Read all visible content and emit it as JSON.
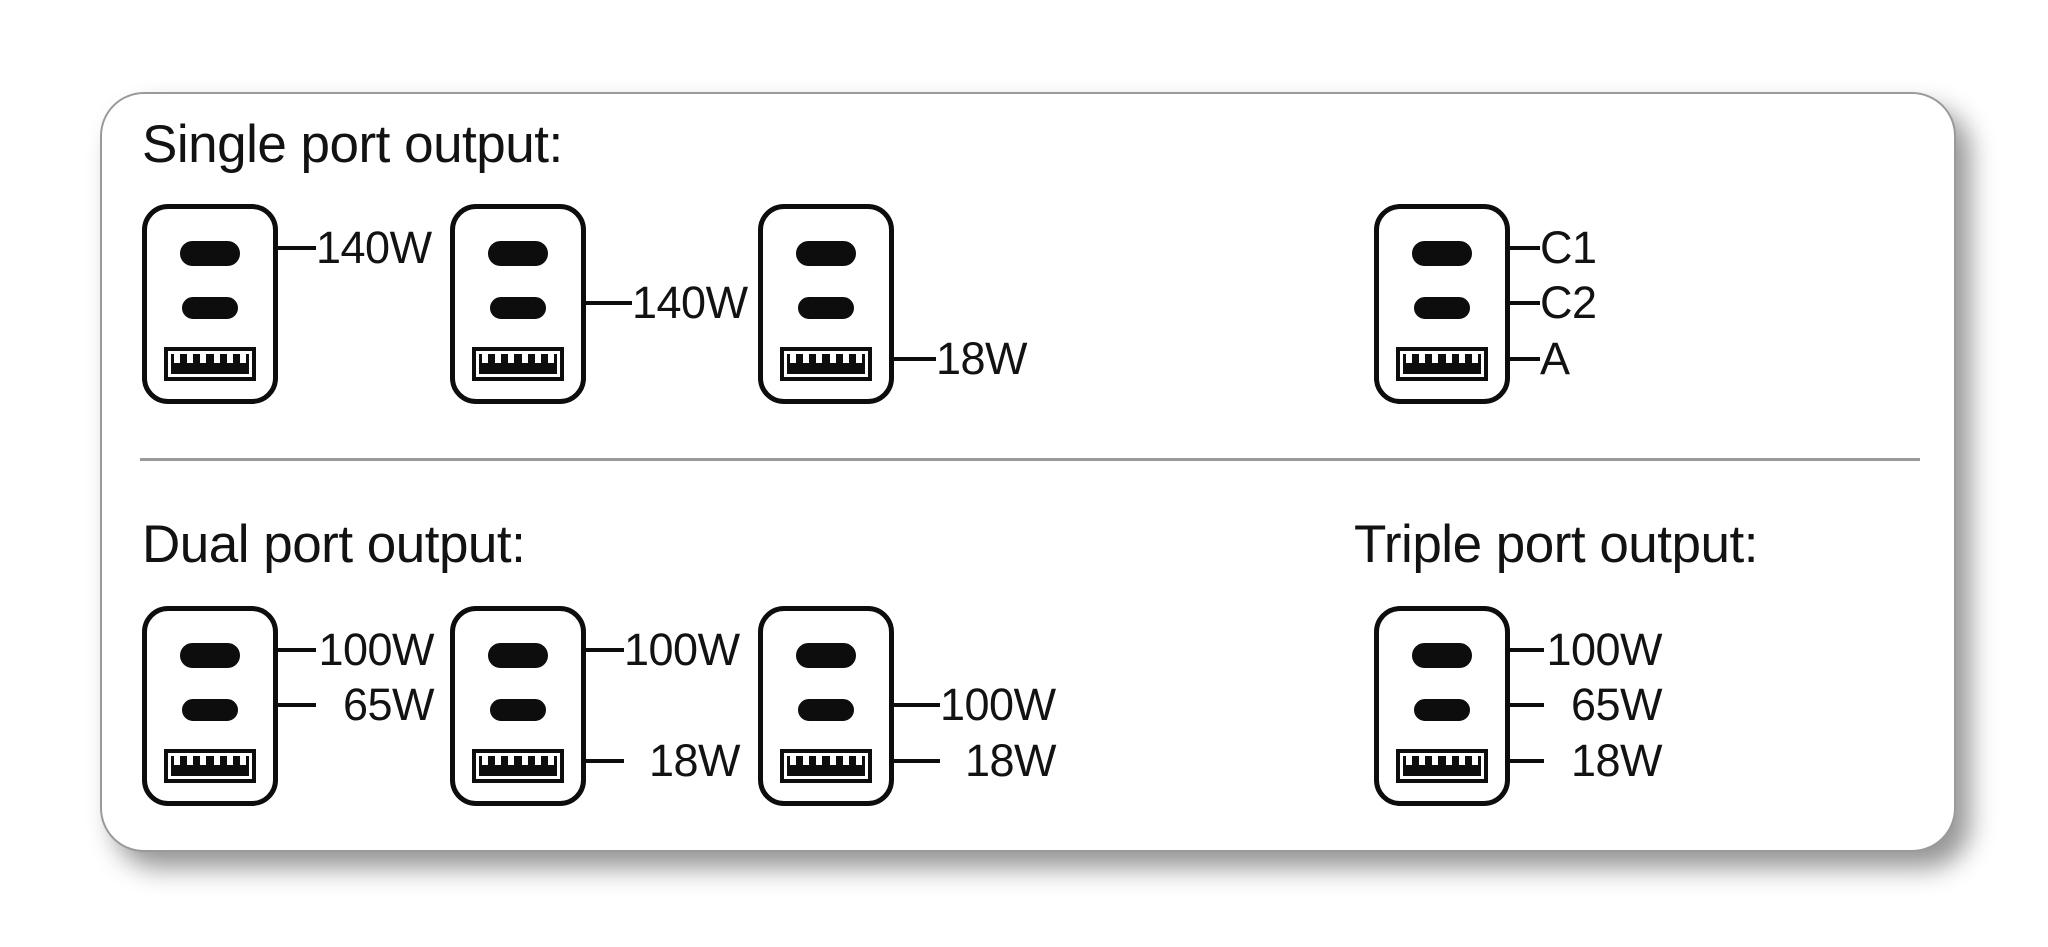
{
  "card": {
    "border_color": "#9a9a9a",
    "background": "#ffffff",
    "line_color": "#0d0d0d"
  },
  "sections": {
    "single": {
      "heading": "Single port output:",
      "chargers": [
        {
          "name": "single-140w-c1",
          "ports": [
            "C1",
            "C2",
            "A"
          ],
          "labels": [
            {
              "port": "C1",
              "text": "140W"
            }
          ]
        },
        {
          "name": "single-140w-c2",
          "ports": [
            "C1",
            "C2",
            "A"
          ],
          "labels": [
            {
              "port": "C2",
              "text": "140W"
            }
          ]
        },
        {
          "name": "single-18w-a",
          "ports": [
            "C1",
            "C2",
            "A"
          ],
          "labels": [
            {
              "port": "A",
              "text": "18W"
            }
          ]
        },
        {
          "name": "port-legend",
          "ports": [
            "C1",
            "C2",
            "A"
          ],
          "labels": [
            {
              "port": "C1",
              "text": "C1"
            },
            {
              "port": "C2",
              "text": "C2"
            },
            {
              "port": "A",
              "text": "A"
            }
          ]
        }
      ]
    },
    "dual": {
      "heading": "Dual port output:",
      "chargers": [
        {
          "name": "dual-100w-65w",
          "ports": [
            "C1",
            "C2",
            "A"
          ],
          "labels": [
            {
              "port": "C1",
              "text": "100W"
            },
            {
              "port": "C2",
              "text": "65W"
            }
          ]
        },
        {
          "name": "dual-100w-18w-c1a",
          "ports": [
            "C1",
            "C2",
            "A"
          ],
          "labels": [
            {
              "port": "C1",
              "text": "100W"
            },
            {
              "port": "A",
              "text": "18W"
            }
          ]
        },
        {
          "name": "dual-100w-18w-c2a",
          "ports": [
            "C1",
            "C2",
            "A"
          ],
          "labels": [
            {
              "port": "C2",
              "text": "100W"
            },
            {
              "port": "A",
              "text": "18W"
            }
          ]
        }
      ]
    },
    "triple": {
      "heading": "Triple port output:",
      "chargers": [
        {
          "name": "triple-100w-65w-18w",
          "ports": [
            "C1",
            "C2",
            "A"
          ],
          "labels": [
            {
              "port": "C1",
              "text": "100W"
            },
            {
              "port": "C2",
              "text": "65W"
            },
            {
              "port": "A",
              "text": "18W"
            }
          ]
        }
      ]
    }
  },
  "labels": {
    "single_1_c1": "140W",
    "single_2_c2": "140W",
    "single_3_a": "18W",
    "legend_c1": "C1",
    "legend_c2": "C2",
    "legend_a": "A",
    "dual_1_c1": "100W",
    "dual_1_c2": "65W",
    "dual_2_c1": "100W",
    "dual_2_a": "18W",
    "dual_3_c2": "100W",
    "dual_3_a": "18W",
    "triple_c1": "100W",
    "triple_c2": "65W",
    "triple_a": "18W"
  }
}
